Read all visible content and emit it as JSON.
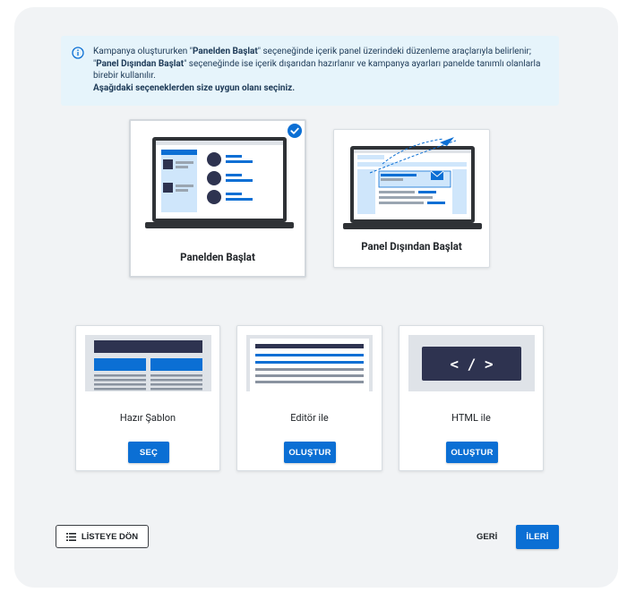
{
  "info": {
    "line1_pre": "Kampanya oluştururken \"",
    "line1_bold": "Panelden Başlat",
    "line1_post": "\" seçeneğinde içerik panel üzerindeki düzenleme araçlarıyla belirlenir;",
    "line2_pre": "\"",
    "line2_bold": "Panel Dışından Başlat",
    "line2_post": "\" seçeneğinde ise içerik dışarıdan hazırlanır ve kampanya ayarları panelde tanımlı olanlarla birebir kullanılır.",
    "line3_bold": "Aşağıdaki seçeneklerden size uygun olanı seçiniz."
  },
  "start_options": [
    {
      "label": "Panelden Başlat",
      "selected": true
    },
    {
      "label": "Panel Dışından Başlat",
      "selected": false
    }
  ],
  "content_options": [
    {
      "label": "Hazır Şablon",
      "button": "SEÇ"
    },
    {
      "label": "Editör ile",
      "button": "OLUŞTUR"
    },
    {
      "label": "HTML ile",
      "button": "OLUŞTUR",
      "code_glyph": "< / >"
    }
  ],
  "footer": {
    "back_to_list": "LİSTEYE DÖN",
    "back": "GERİ",
    "next": "İLERİ"
  },
  "colors": {
    "accent": "#0b6fd4",
    "info_bg": "#e6f4fb",
    "panel_bg": "#f1f3f5",
    "dark_navy": "#2e3350",
    "light_blue": "#cfe6fb"
  },
  "icons": {
    "info": "info-circle-icon",
    "check": "check-circle-icon",
    "list": "list-icon"
  }
}
